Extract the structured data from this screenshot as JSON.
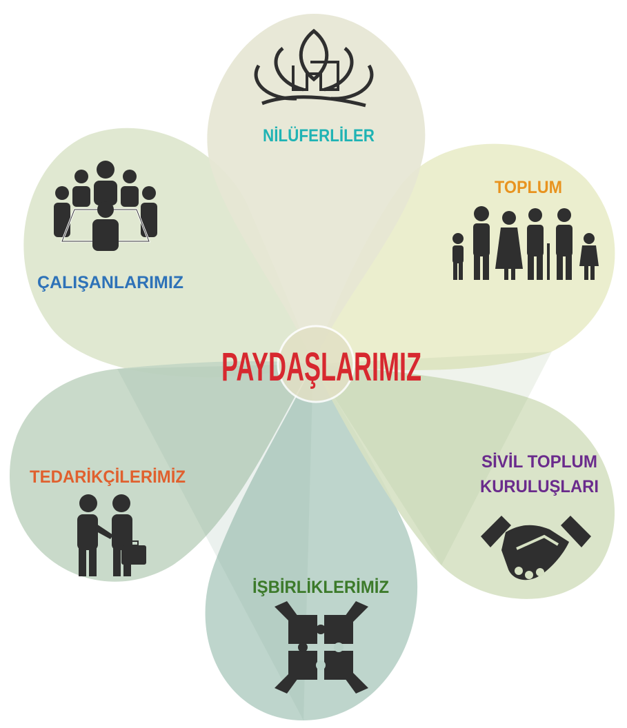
{
  "center": {
    "title": "PAYDAŞLARIMIZ",
    "color": "#d7282f"
  },
  "petals": [
    {
      "key": "niluferliler",
      "label": "NİLÜFERLİLER",
      "color": "#1fb3b4",
      "fill": "#e6e6d4",
      "icon": "lotus-logo-icon"
    },
    {
      "key": "toplum",
      "label": "TOPLUM",
      "color": "#e8931f",
      "fill": "#e9ecc9",
      "icon": "family-group-icon"
    },
    {
      "key": "sivil",
      "label_line1": "SİVİL TOPLUM",
      "label_line2": "KURULUŞLARI",
      "color": "#6a2b8c",
      "fill": "#d6e1c3",
      "icon": "handshake-icon"
    },
    {
      "key": "isbirlikleri",
      "label": "İŞBİRLİKLERİMİZ",
      "color": "#3c7a2a",
      "fill": "#b7d0c6",
      "icon": "puzzle-hands-icon"
    },
    {
      "key": "tedarikciler",
      "label": "TEDARİKÇİLERİMİZ",
      "color": "#e0602e",
      "fill": "#c3d6c4",
      "icon": "business-handshake-icon"
    },
    {
      "key": "calisanlar",
      "label": "ÇALIŞANLARIMIZ",
      "color": "#2e72b8",
      "fill": "#dde6cc",
      "icon": "meeting-table-icon"
    }
  ]
}
